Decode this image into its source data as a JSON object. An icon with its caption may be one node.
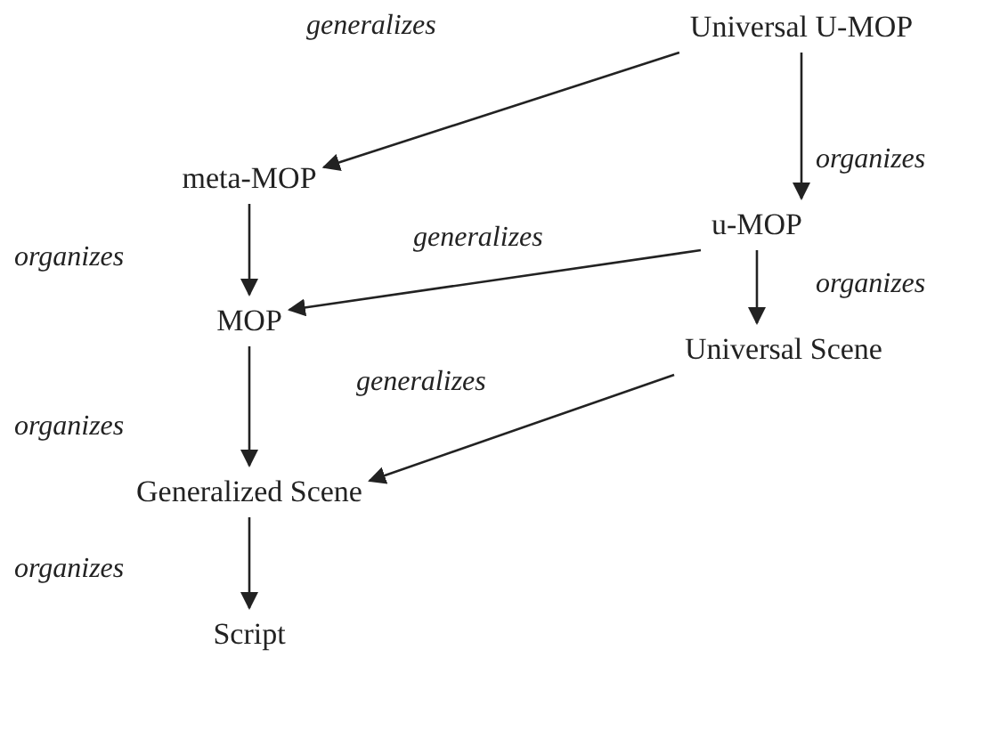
{
  "diagram": {
    "nodes": [
      {
        "text": [
          "Universal U-MOP"
        ]
      },
      {
        "text": [
          "meta-MOP"
        ]
      },
      {
        "text": [
          "u-MOP"
        ]
      },
      {
        "text": [
          "MOP"
        ]
      },
      {
        "text": [
          "Universal Scene"
        ]
      },
      {
        "text": [
          "Generalized Scene"
        ]
      },
      {
        "text": [
          "Script"
        ]
      }
    ],
    "edges": [
      {
        "from": 0,
        "to": 1,
        "arrow": "to",
        "label": "generalizes"
      },
      {
        "from": 0,
        "to": 2,
        "arrow": "to",
        "label": "organizes"
      },
      {
        "from": 2,
        "to": 3,
        "arrow": "to",
        "label": "generalizes"
      },
      {
        "from": 1,
        "to": 3,
        "arrow": "to",
        "label": "organizes"
      },
      {
        "from": 2,
        "to": 4,
        "arrow": "to",
        "label": "organizes"
      },
      {
        "from": 4,
        "to": 5,
        "arrow": "to",
        "label": "generalizes"
      },
      {
        "from": 3,
        "to": 5,
        "arrow": "to",
        "label": "organizes"
      },
      {
        "from": 5,
        "to": 6,
        "arrow": "to",
        "label": "organizes"
      }
    ]
  }
}
